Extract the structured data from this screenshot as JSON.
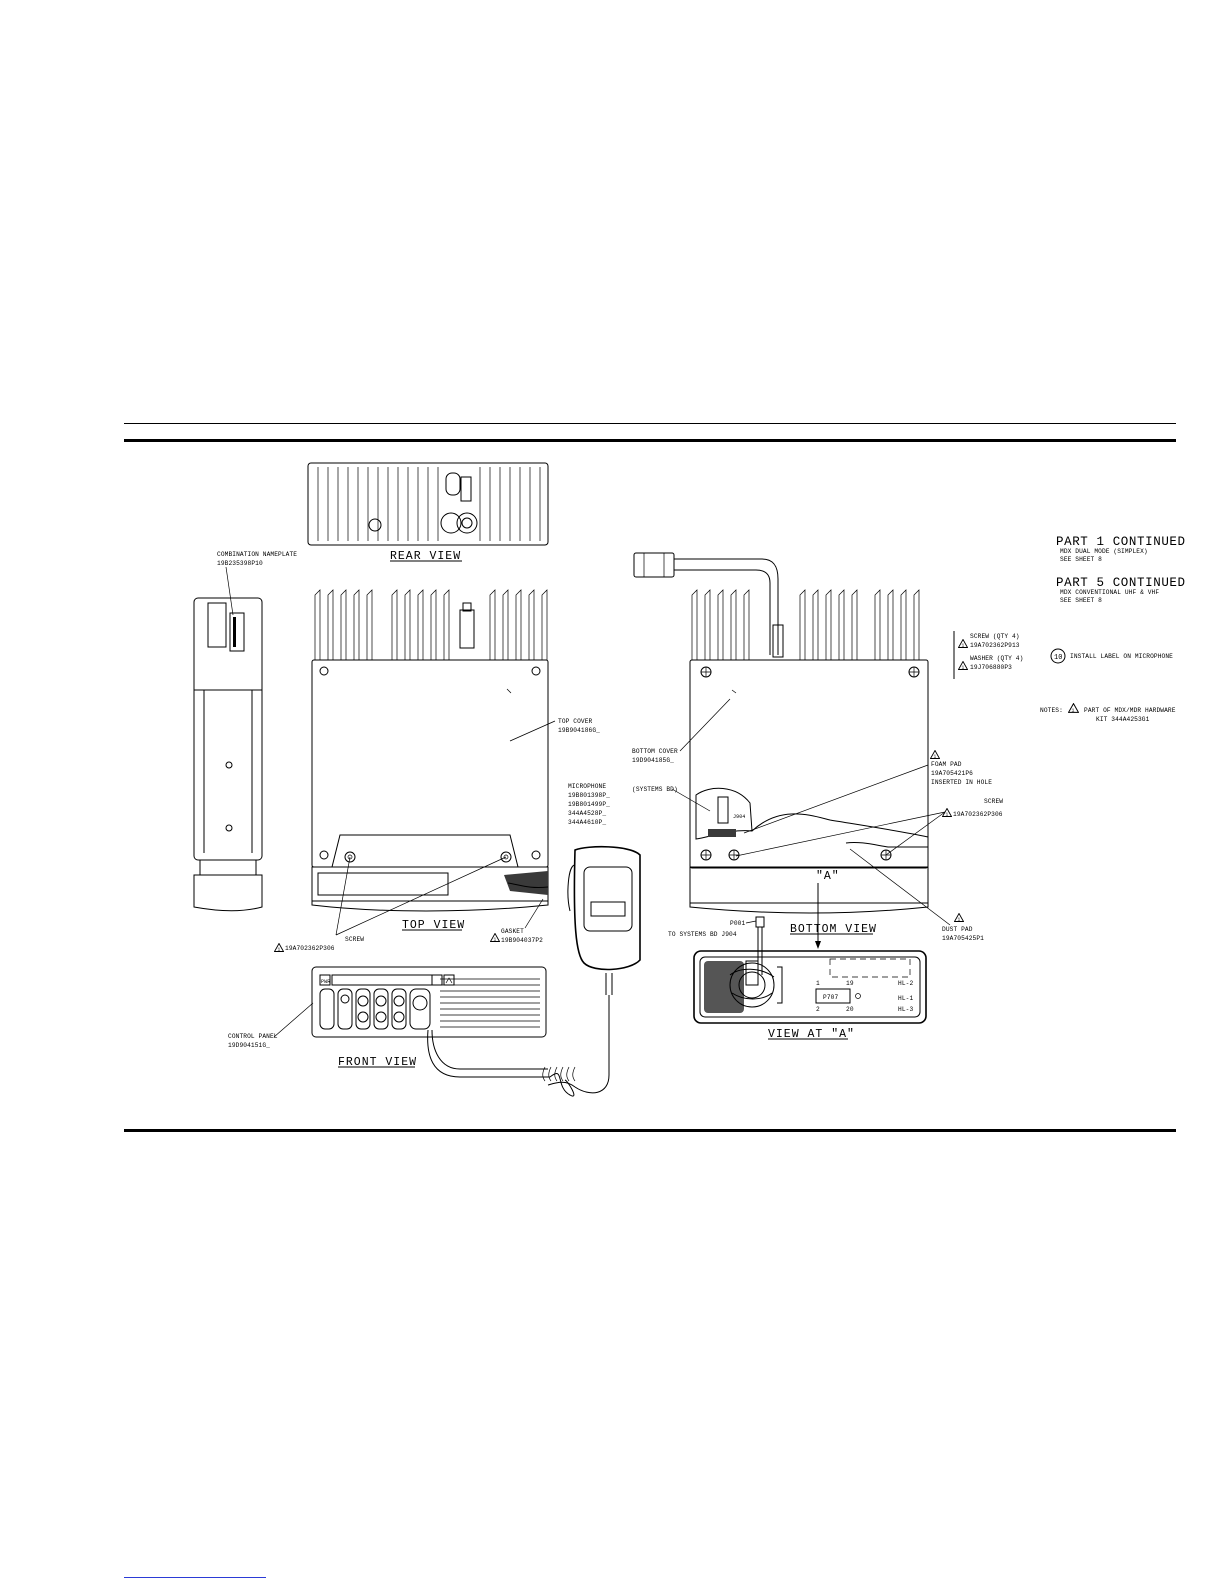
{
  "views": {
    "rear": "REAR VIEW",
    "top": "TOP VIEW",
    "front": "FRONT VIEW",
    "bottom": "BOTTOM VIEW",
    "view_a": "VIEW AT \"A\"",
    "a_marker": "\"A\""
  },
  "labels": {
    "nameplate": [
      "COMBINATION NAMEPLATE",
      "19B235398P10"
    ],
    "top_cover": [
      "TOP COVER",
      "19B904186G_"
    ],
    "bottom_cover": [
      "BOTTOM COVER",
      "19D904185G_"
    ],
    "systems_bd": "(SYSTEMS BD)",
    "microphone": [
      "MICROPHONE",
      "19B801398P_",
      "19B801499P_",
      "344A4528P_",
      "344A4610P_"
    ],
    "screw_top": [
      "SCREW",
      "19A702362P306"
    ],
    "gasket": [
      "GASKET",
      "19B904037P2"
    ],
    "control_panel": [
      "CONTROL PANEL",
      "19D904151G_"
    ],
    "screw_qty": [
      "SCREW (QTY 4)",
      "19A702362P913"
    ],
    "washer_qty": [
      "WASHER (QTY 4)",
      "19J706880P3"
    ],
    "foam_pad": [
      "FOAM PAD",
      "19A705421P6",
      "INSERTED IN HOLE"
    ],
    "screw_bottom": [
      "SCREW",
      "19A702362P306"
    ],
    "dust_pad": [
      "DUST PAD",
      "19A705425P1"
    ],
    "p001": [
      "P001",
      "TO SYSTEMS BD J904"
    ],
    "j904": "J904",
    "p707": "P707",
    "pin19": "19",
    "pin1": "1",
    "pin2": "2",
    "pin20": "20",
    "hl2": "HL-2",
    "hl1": "HL-1",
    "hl3": "HL-3",
    "pwr": "PWR"
  },
  "part1": {
    "title": "PART 1 CONTINUED",
    "line1": "MDX DUAL MODE (SIMPLEX)",
    "line2": "SEE SHEET 8"
  },
  "part5": {
    "title": "PART 5 CONTINUED",
    "line1": "MDX CONVENTIONAL UHF & VHF",
    "line2": "SEE SHEET 8"
  },
  "install": {
    "num": "10",
    "text": "INSTALL LABEL ON MICROPHONE"
  },
  "notes": {
    "label": "NOTES:",
    "num": "1",
    "line1": "PART OF MDX/MDR HARDWARE",
    "line2": "KIT 344A4253G1"
  },
  "flag_num": "1"
}
